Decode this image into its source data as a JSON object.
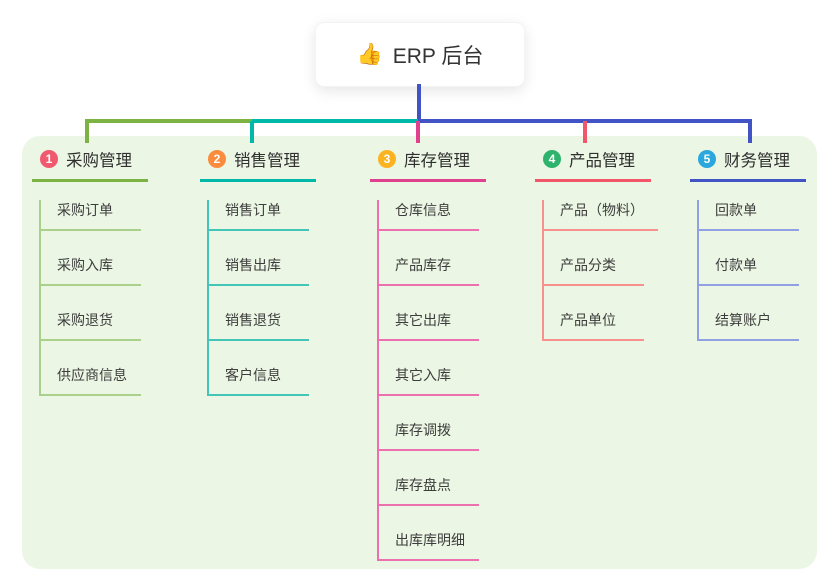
{
  "root": {
    "emoji": "👍",
    "title": "ERP 后台"
  },
  "colors": {
    "trunk": "#4254c5",
    "panel_bg": "#ebf6e4",
    "root_text": "#333333",
    "item_text": "#3d3d3d"
  },
  "branches": [
    {
      "index": "1",
      "title": "采购管理",
      "badge_color": "#f0596e",
      "line_color": "#7cb342",
      "child_line_color": "#a9d18c",
      "children": [
        "采购订单",
        "采购入库",
        "采购退货",
        "供应商信息"
      ]
    },
    {
      "index": "2",
      "title": "销售管理",
      "badge_color": "#fb8b3d",
      "line_color": "#00b8a8",
      "child_line_color": "#43c6b8",
      "children": [
        "销售订单",
        "销售出库",
        "销售退货",
        "客户信息"
      ]
    },
    {
      "index": "3",
      "title": "库存管理",
      "badge_color": "#fbb321",
      "line_color": "#e0418e",
      "child_line_color": "#ee6fae",
      "children": [
        "仓库信息",
        "产品库存",
        "其它出库",
        "其它入库",
        "库存调拨",
        "库存盘点",
        "出库库明细"
      ]
    },
    {
      "index": "4",
      "title": "产品管理",
      "badge_color": "#2db36b",
      "line_color": "#f2566b",
      "child_line_color": "#f89090",
      "children": [
        "产品（物料）",
        "产品分类",
        "产品单位"
      ]
    },
    {
      "index": "5",
      "title": "财务管理",
      "badge_color": "#2aa7dd",
      "line_color": "#4254c5",
      "child_line_color": "#8fa0e5",
      "children": [
        "回款单",
        "付款单",
        "结算账户"
      ]
    }
  ]
}
